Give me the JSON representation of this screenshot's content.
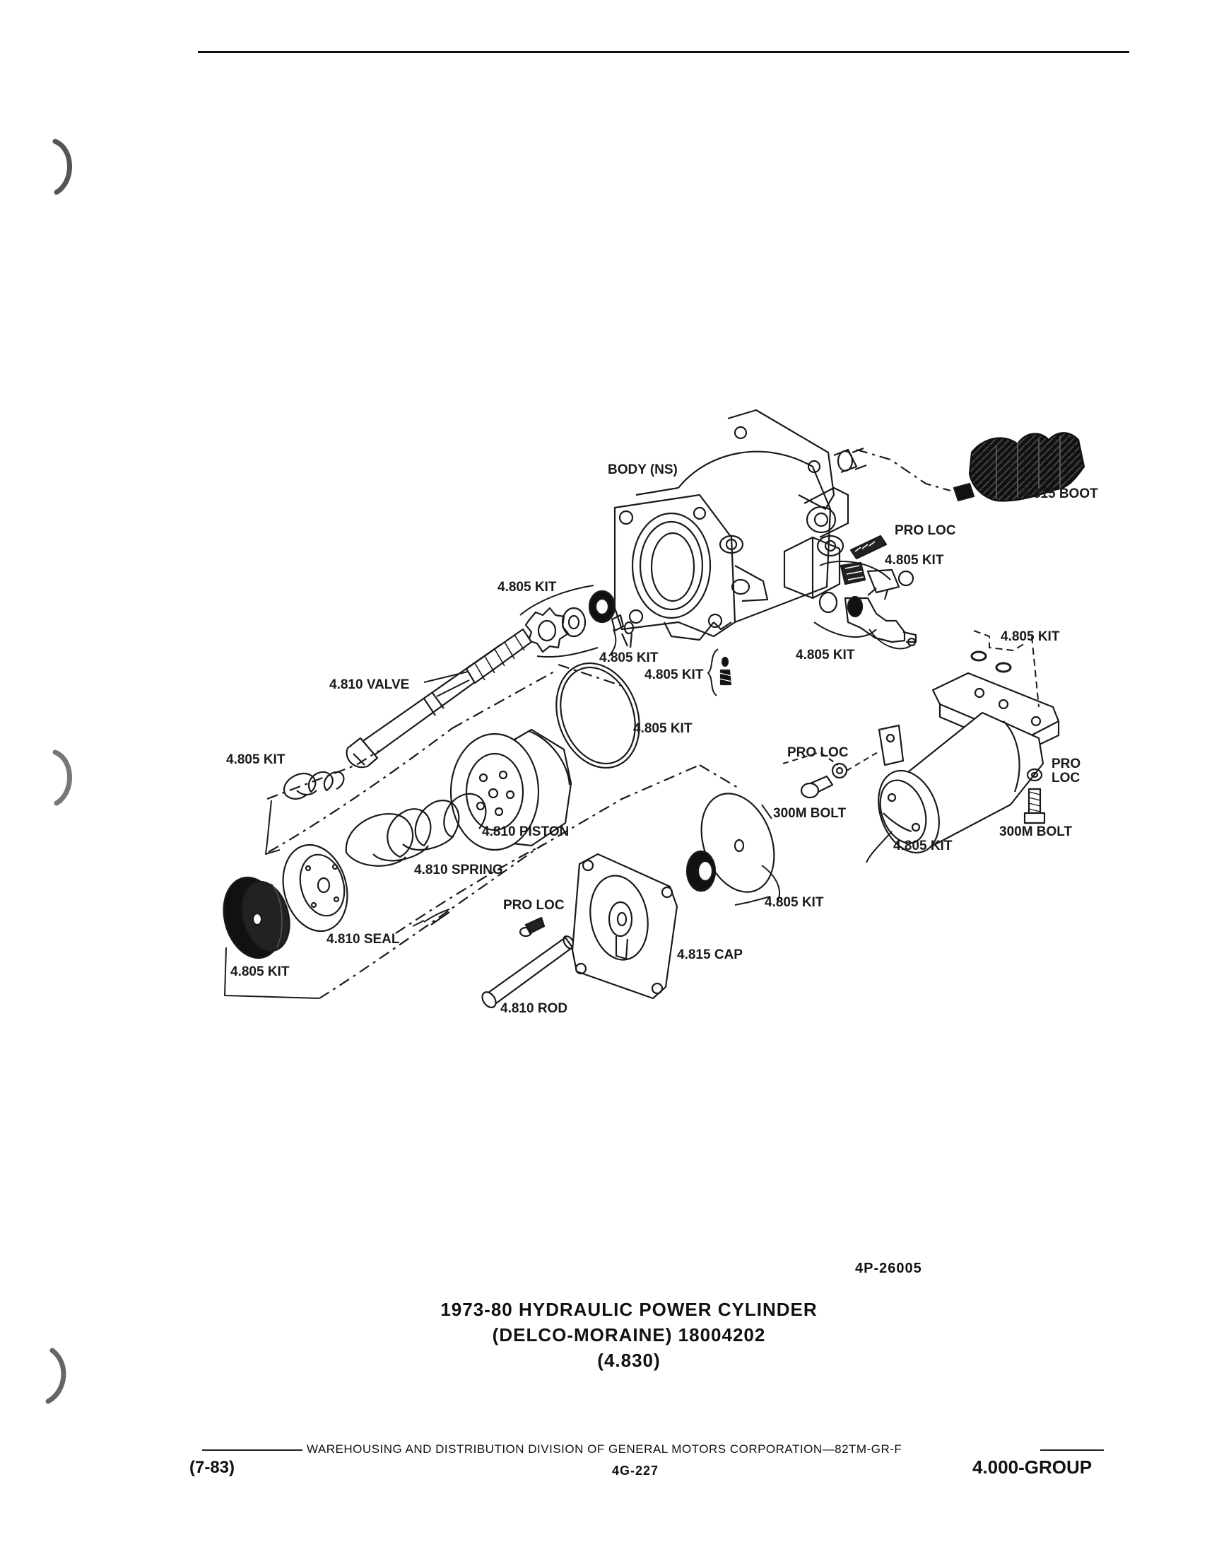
{
  "diagram": {
    "labels": {
      "body": "BODY (NS)",
      "boot": "4.815 BOOT",
      "pro_loc_top": "PRO LOC",
      "kit_upper_right": "4.805 KIT",
      "kit_left_top": "4.805 KIT",
      "kit_center": "4.805 KIT",
      "kit_center_2": "4.805 KIT",
      "kit_right_mid": "4.805 KIT",
      "kit_far_right": "4.805 KIT",
      "valve": "4.810 VALVE",
      "kit_oring": "4.805 KIT",
      "kit_left_spring": "4.805 KIT",
      "pro_loc_mid": "PRO LOC",
      "pro_right_1": "PRO",
      "pro_right_2": "LOC",
      "piston": "4.810 PISTON",
      "bolt_mid": "300M BOLT",
      "bolt_right": "300M BOLT",
      "kit_cylinder": "4.805 KIT",
      "spring": "4.810 SPRING",
      "kit_cap_disc": "4.805 KIT",
      "pro_loc_low": "PRO LOC",
      "seal": "4.810 SEAL",
      "cap": "4.815 CAP",
      "kit_bottom_left": "4.805 KIT",
      "rod": "4.810 ROD"
    }
  },
  "figure_id": "4P-26005",
  "caption": {
    "line1": "1973-80 HYDRAULIC POWER CYLINDER",
    "line2": "(DELCO-MORAINE) 18004202",
    "line3": "(4.830)"
  },
  "footer": {
    "organization": "WAREHOUSING AND DISTRIBUTION  DIVISION OF GENERAL MOTORS CORPORATION—82TM-GR-F",
    "date_code": "(7-83)",
    "page_number": "4G-227",
    "group": "4.000-GROUP"
  }
}
